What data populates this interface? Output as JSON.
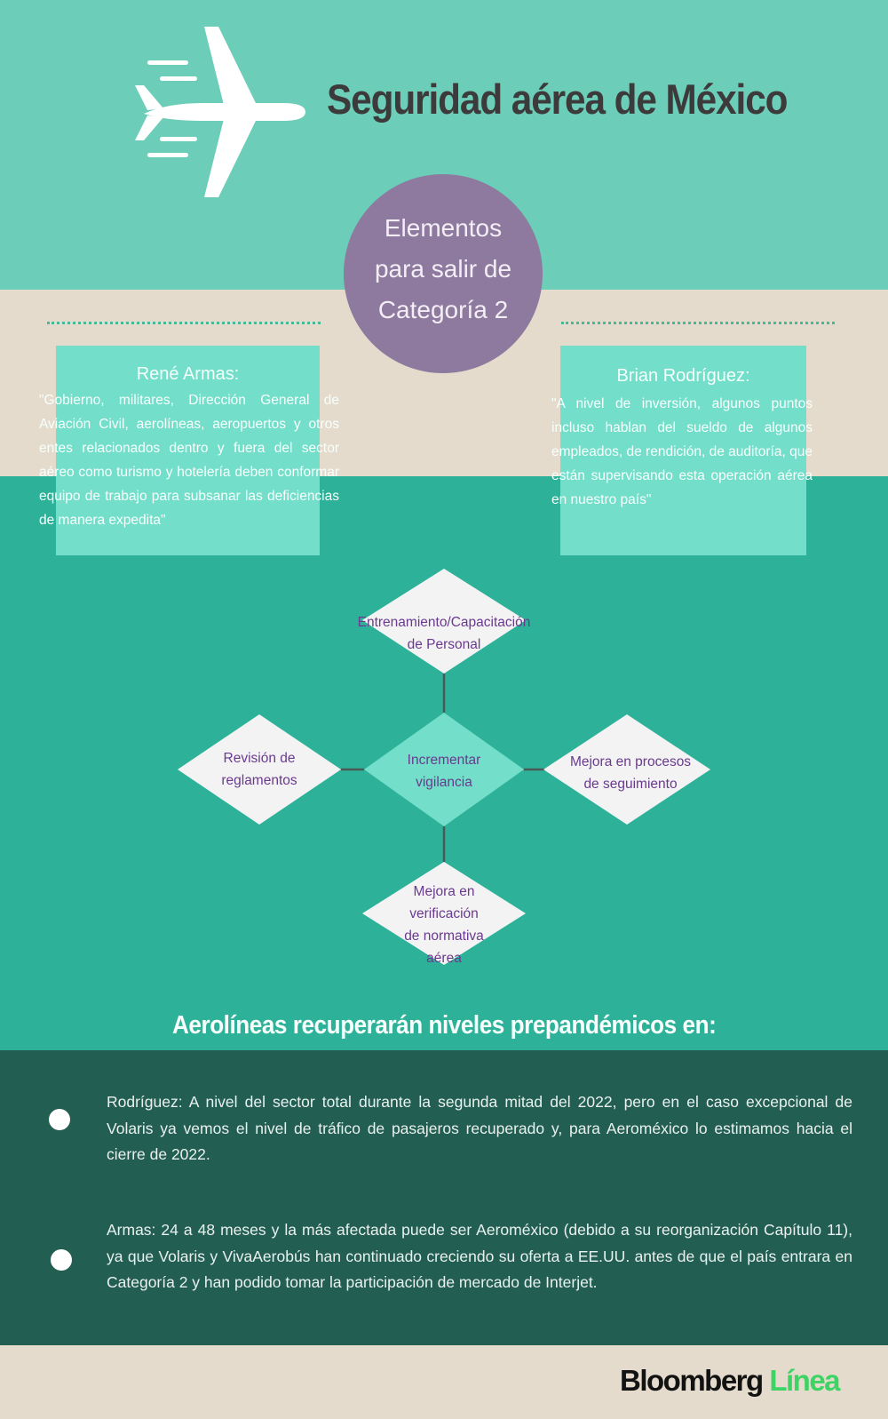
{
  "header": {
    "title": "Seguridad aérea de México",
    "plane_icon": "airplane-icon"
  },
  "center_circle": {
    "lines": [
      "Elementos",
      "para salir de",
      "Categoría 2"
    ]
  },
  "quotes": [
    {
      "name": "René Armas:",
      "text": "\"Gobierno, militares, Dirección General de Aviación Civil, aerolíneas, aeropuertos y otros entes relacionados dentro y fuera del sector aéreo como turismo y hotelería deben conformar equipo de trabajo para subsanar las deficiencias de manera expedita\""
    },
    {
      "name": "Brian Rodríguez:",
      "text": "\"A nivel de inversión, algunos puntos incluso hablan del sueldo de algunos empleados, de rendición, de auditoría, que están supervisando esta operación aérea en nuestro país\""
    }
  ],
  "diagram": {
    "center": [
      "Incrementar",
      "vigilancia"
    ],
    "top": [
      "Entrenamiento/Capacitación",
      "de Personal"
    ],
    "left": [
      "Revisión de",
      "reglamentos"
    ],
    "right": [
      "Mejora en procesos",
      "de seguimiento"
    ],
    "bottom": [
      "Mejora en",
      "verificación",
      "de normativa",
      "aérea"
    ]
  },
  "recovery": {
    "title": "Aerolíneas recuperarán niveles prepandémicos en:",
    "items": [
      "Rodríguez: A nivel del sector total durante la segunda mitad del 2022, pero en el caso excepcional de Volaris ya vemos el nivel de tráfico de pasajeros recuperado y, para Aeroméxico lo estimamos hacia el cierre de 2022.",
      "Armas: 24 a 48 meses y la más afectada puede ser Aeroméxico (debido a su reorganización Capítulo 11), ya que Volaris y VivaAerobús han continuado creciendo su oferta a EE.UU. antes de que el país entrara en Categoría 2 y han podido tomar la participación de mercado de Interjet."
    ]
  },
  "footer": {
    "brand_part1": "Bloomberg",
    "brand_part2": "Línea"
  },
  "colors": {
    "top_band": "#6ccdb9",
    "beige_band": "#e4dbcd",
    "green_band": "#2db299",
    "dark_band": "#235e53",
    "circle": "#8e7a9e",
    "quote_box": "#73dec9",
    "diamond_center": "#73dec9",
    "diamond_outer": "#f3f3f4",
    "diagram_text": "#6a3a8e",
    "brand_accent": "#3ed365"
  }
}
